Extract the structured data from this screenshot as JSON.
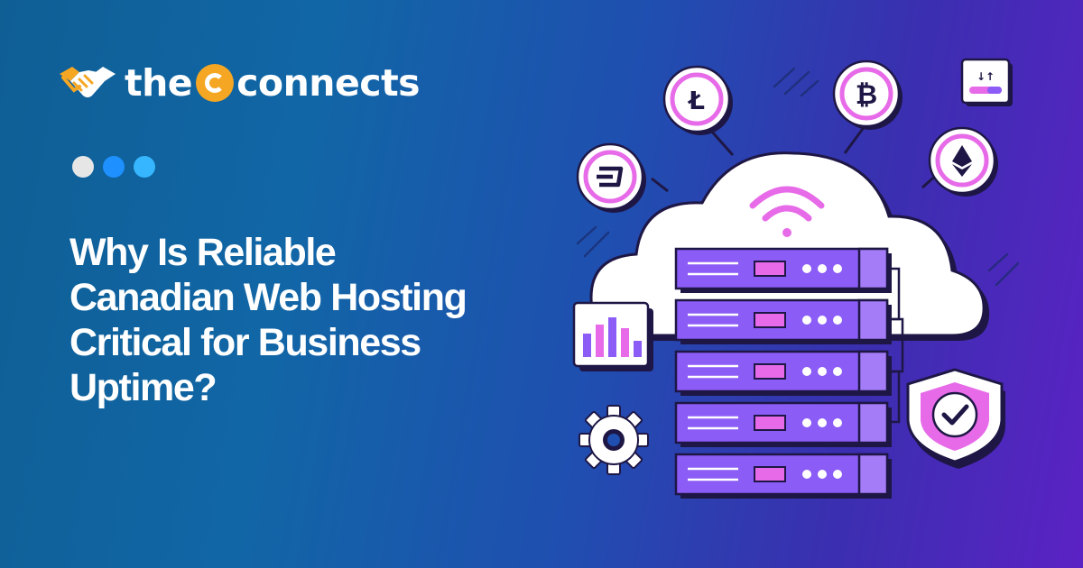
{
  "brand": {
    "name_pre": "the",
    "name_post": "connects",
    "accent": "#f5a623",
    "icon": "handshake-icon"
  },
  "pager": {
    "dots": [
      "#e6e6e6",
      "#1e90ff",
      "#35b6ff"
    ]
  },
  "headline": {
    "lines": [
      "Why Is Reliable",
      "Canadian Web Hosting",
      "Critical for Business",
      "Uptime?"
    ]
  },
  "illustration": {
    "coins": [
      "litecoin-icon",
      "bitcoin-icon",
      "dash-icon",
      "ethereum-icon"
    ],
    "server_units": 5,
    "accents": {
      "purple": "#8b5cf6",
      "pink": "#e76be8",
      "dark": "#1e1745"
    }
  }
}
